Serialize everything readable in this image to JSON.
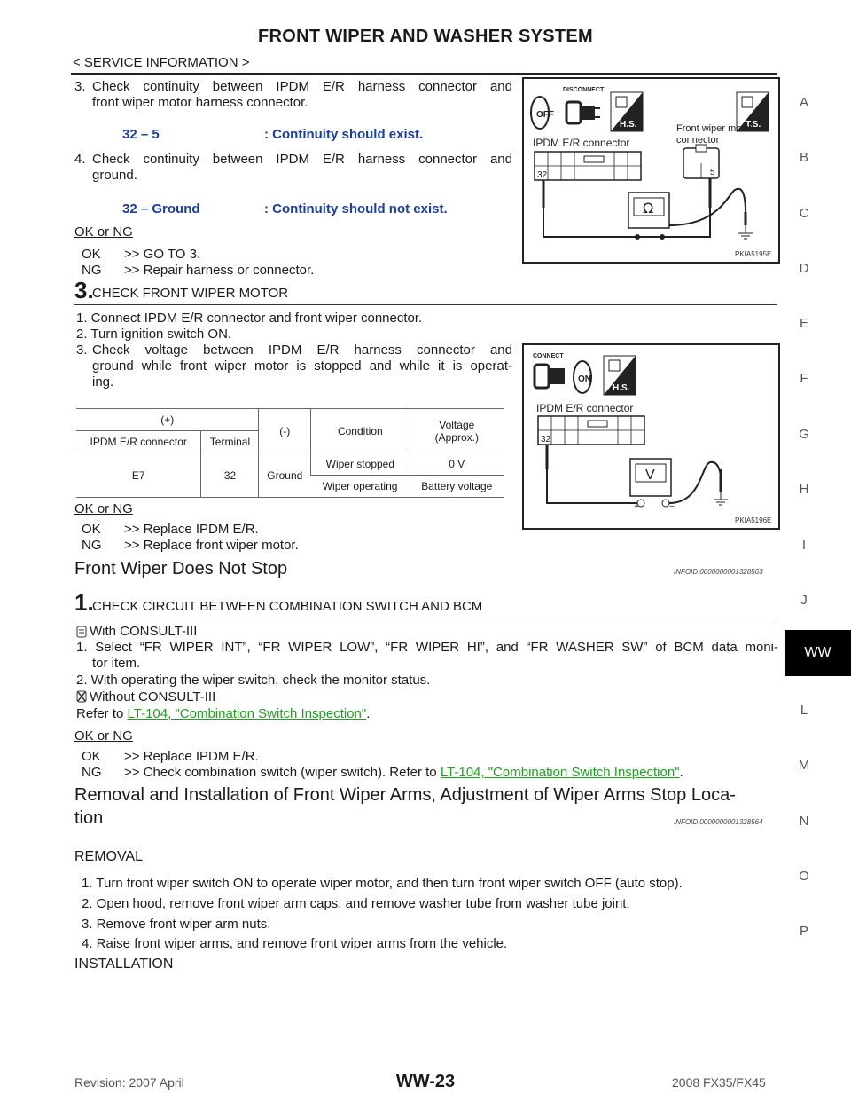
{
  "header": {
    "title": "FRONT WIPER AND WASHER SYSTEM",
    "subtitle": "< SERVICE INFORMATION >"
  },
  "side_tabs": [
    "A",
    "B",
    "C",
    "D",
    "E",
    "F",
    "G",
    "H",
    "I",
    "J",
    "WW",
    "L",
    "M",
    "N",
    "O",
    "P"
  ],
  "step2": {
    "item3_num": "3.",
    "item3_text": "Check continuity between IPDM E/R harness connector and",
    "item3_text2": "front wiper motor harness connector.",
    "spec1_pins": "32 – 5",
    "spec1_result": ": Continuity should exist.",
    "item4_num": "4.",
    "item4_text": "Check continuity between IPDM E/R harness connector and",
    "item4_text2": "ground.",
    "spec2_pins": "32 – Ground",
    "spec2_result": ": Continuity should not exist.",
    "ok_or_ng": "OK or NG",
    "ok": "OK",
    "ok_action": ">> GO TO 3.",
    "ng": "NG",
    "ng_action": ">> Repair harness or connector."
  },
  "figure1": {
    "disconnect": "DISCONNECT",
    "off": "OFF",
    "hs": "H.S.",
    "ts": "T.S.",
    "ipdm": "IPDM E/R connector",
    "front_wiper_1": "Front wiper motor",
    "front_wiper_2": "connector",
    "pin_32": "32",
    "pin_5": "5",
    "ohm": "Ω",
    "code": "PKIA5195E"
  },
  "step3": {
    "num": "3.",
    "title": "CHECK FRONT WIPER MOTOR",
    "item1": "1. Connect IPDM E/R connector and front wiper connector.",
    "item2": "2. Turn ignition switch ON.",
    "item3_num": "3.",
    "item3_a": "Check voltage between IPDM E/R harness connector and",
    "item3_b": "ground while front wiper motor is stopped and while it is operat-",
    "item3_c": "ing.",
    "table": {
      "plus": "(+)",
      "minus": "(-)",
      "condition": "Condition",
      "voltage": "Voltage",
      "approx": "(Approx.)",
      "ipdm_conn": "IPDM E/R connector",
      "terminal": "Terminal",
      "conn": "E7",
      "term": "32",
      "ground": "Ground",
      "cond1": "Wiper stopped",
      "v1": "0 V",
      "cond2": "Wiper operating",
      "v2": "Battery voltage"
    },
    "ok_or_ng": "OK or NG",
    "ok": "OK",
    "ok_action": ">> Replace IPDM E/R.",
    "ng": "NG",
    "ng_action": ">> Replace front wiper motor."
  },
  "figure2": {
    "connect": "CONNECT",
    "on": "ON",
    "hs": "H.S.",
    "ipdm": "IPDM E/R connector",
    "pin_32": "32",
    "volt": "V",
    "plus": "+",
    "minus": "−",
    "code": "PKIA5196E"
  },
  "section2": {
    "title": "Front Wiper Does Not Stop",
    "infoid": "INFOID:0000000001328563",
    "step_num": "1.",
    "step_title": "CHECK CIRCUIT BETWEEN COMBINATION SWITCH AND BCM",
    "with": "With CONSULT-III",
    "item1_a": "1. Select “FR WIPER INT”, “FR WIPER LOW”, “FR WIPER HI”, and “FR WASHER SW” of BCM data moni-",
    "item1_b": "tor item.",
    "item2": "2. With operating the wiper switch, check the monitor status.",
    "without": "Without CONSULT-III",
    "refer": "Refer to ",
    "link": "LT-104, \"Combination Switch Inspection\"",
    "period": ".",
    "ok_or_ng": "OK or NG",
    "ok": "OK",
    "ok_action": ">> Replace IPDM E/R.",
    "ng": "NG",
    "ng_action": ">> Check combination switch (wiper switch). Refer to ",
    "ng_link": "LT-104, \"Combination Switch Inspection\"",
    "ng_period": "."
  },
  "section3": {
    "title_a": "Removal and Installation of Front Wiper Arms, Adjustment of Wiper Arms Stop Loca-",
    "title_b": "tion",
    "infoid": "INFOID:0000000001328564",
    "removal": "REMOVAL",
    "r1": "1. Turn front wiper switch ON to operate wiper motor, and then turn front wiper switch OFF (auto stop).",
    "r2": "2. Open hood, remove front wiper arm caps, and remove washer tube from washer tube joint.",
    "r3": "3. Remove front wiper arm nuts.",
    "r4": "4. Raise front wiper arms, and remove front wiper arms from the vehicle.",
    "installation": "INSTALLATION"
  },
  "footer": {
    "revision": "Revision: 2007 April",
    "page": "WW-23",
    "model": "2008 FX35/FX45"
  }
}
